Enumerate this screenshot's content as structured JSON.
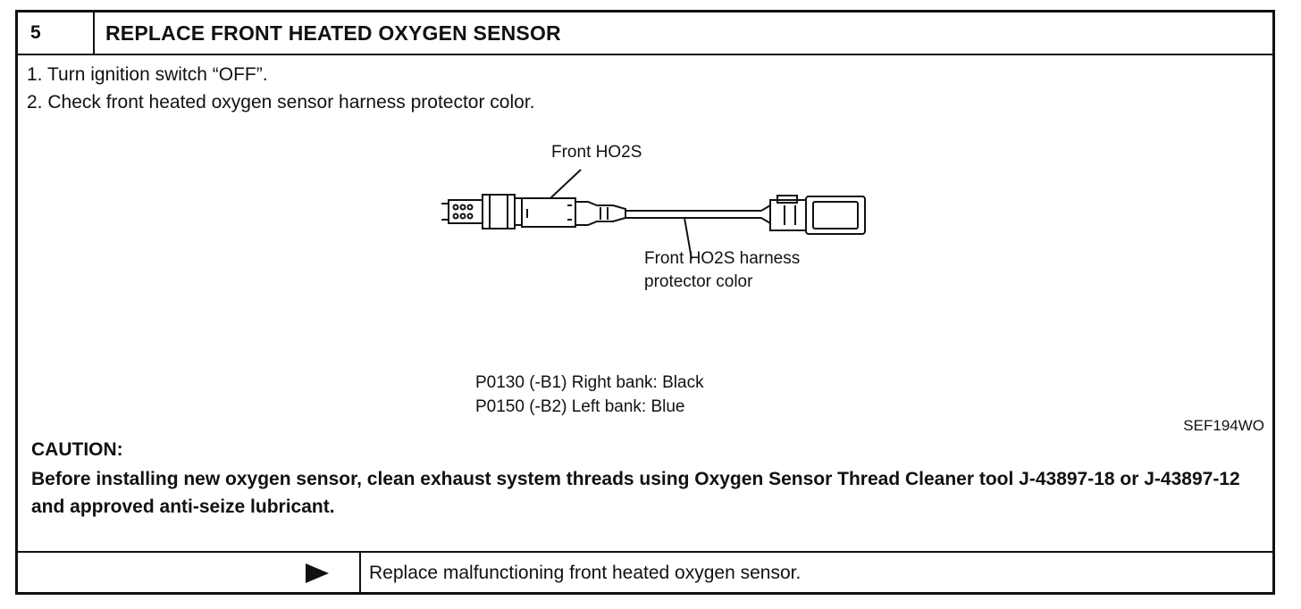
{
  "header": {
    "step_number": "5",
    "title": "REPLACE FRONT HEATED OXYGEN SENSOR"
  },
  "instructions": [
    "1.  Turn ignition switch “OFF”.",
    "2.  Check front heated oxygen sensor harness protector color."
  ],
  "figure": {
    "label_sensor": "Front  HO2S",
    "label_harness_line1": "Front  HO2S  harness",
    "label_harness_line2": "protector  color",
    "codes": [
      "P0130  (-B1)  Right  bank:  Black",
      "P0150  (-B2)  Left  bank:  Blue"
    ],
    "figure_id": "SEF194WO"
  },
  "caution": {
    "title": "CAUTION:",
    "text": "Before installing new oxygen sensor, clean exhaust system threads using Oxygen Sensor Thread Cleaner tool J-43897-18 or J-43897-12 and approved anti-seize lubricant."
  },
  "footer": {
    "arrow_icon": "right-triangle-icon",
    "action_text": "Replace malfunctioning front heated oxygen sensor."
  }
}
